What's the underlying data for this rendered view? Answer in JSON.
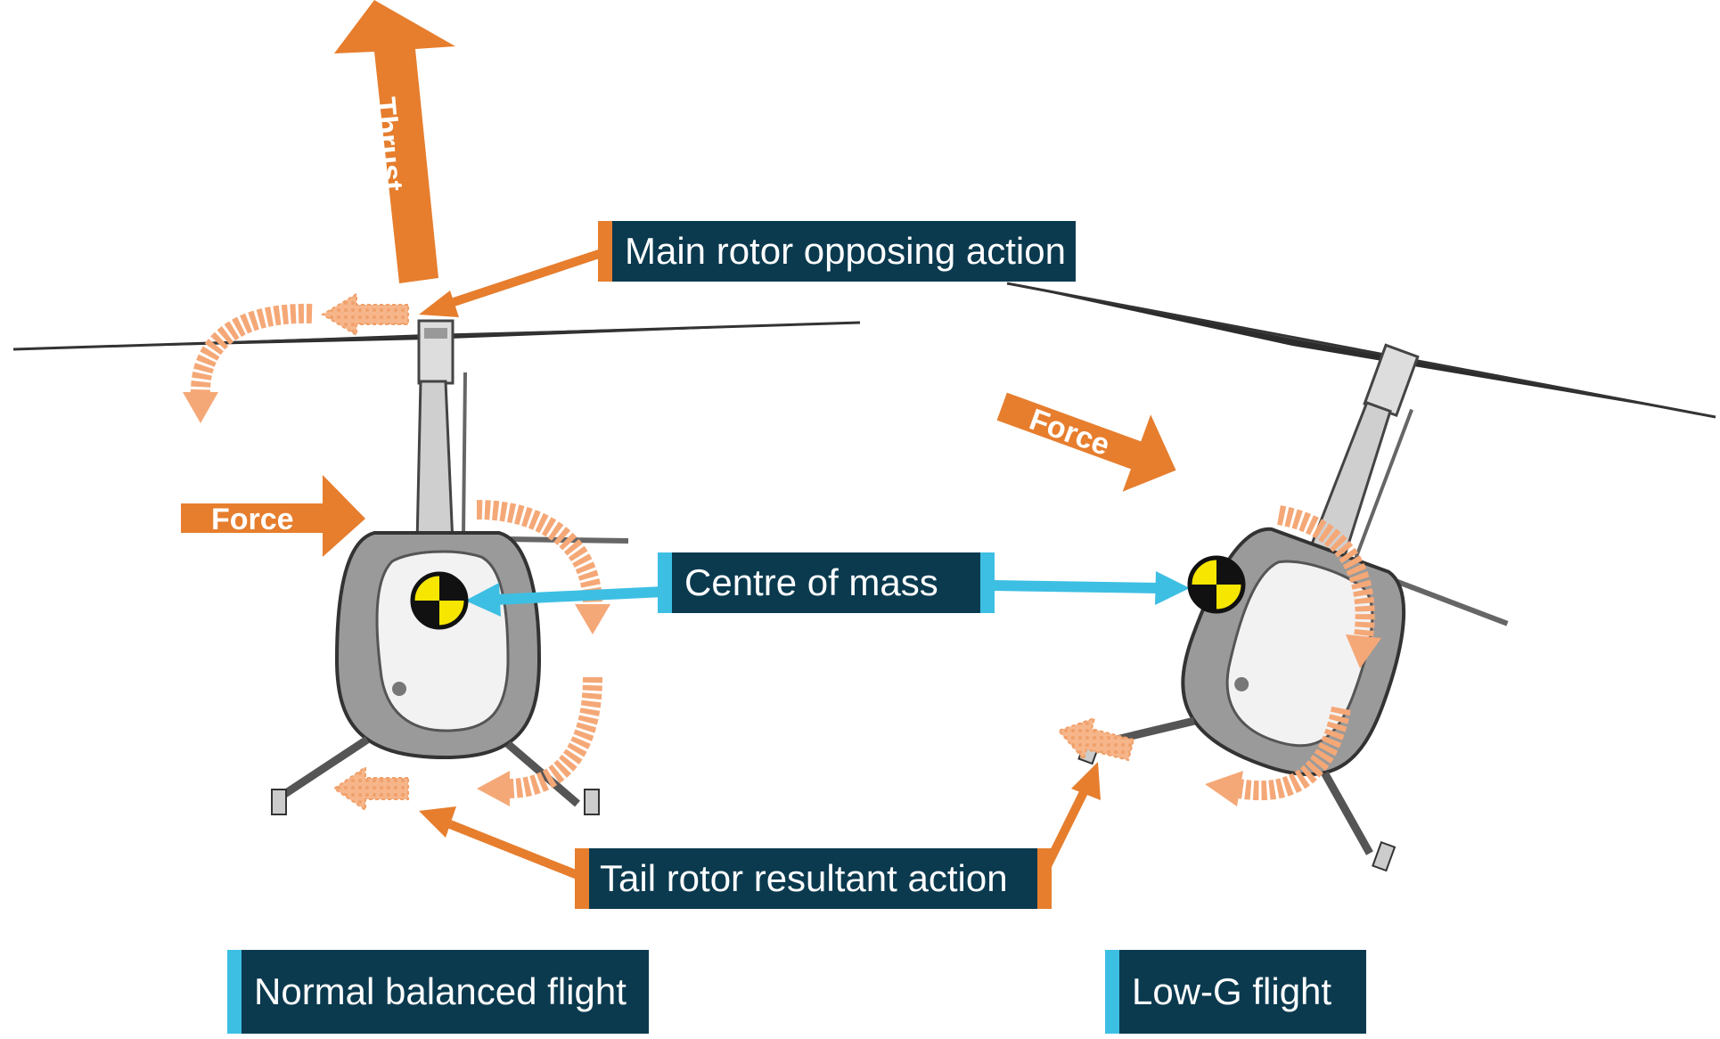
{
  "labels": {
    "main_rotor": "Main rotor opposing action",
    "centre_of_mass": "Centre of mass",
    "tail_rotor": "Tail rotor resultant action",
    "normal_flight": "Normal balanced flight",
    "low_g_flight": "Low-G flight"
  },
  "arrows": {
    "thrust": "Thrust",
    "force_left": "Force",
    "force_right": "Force"
  },
  "colors": {
    "label_bg": "#0b3a4f",
    "orange": "#e67e2e",
    "light_orange": "#f4a470",
    "blue": "#3dbfe3",
    "cm_yellow": "#f6e600"
  }
}
